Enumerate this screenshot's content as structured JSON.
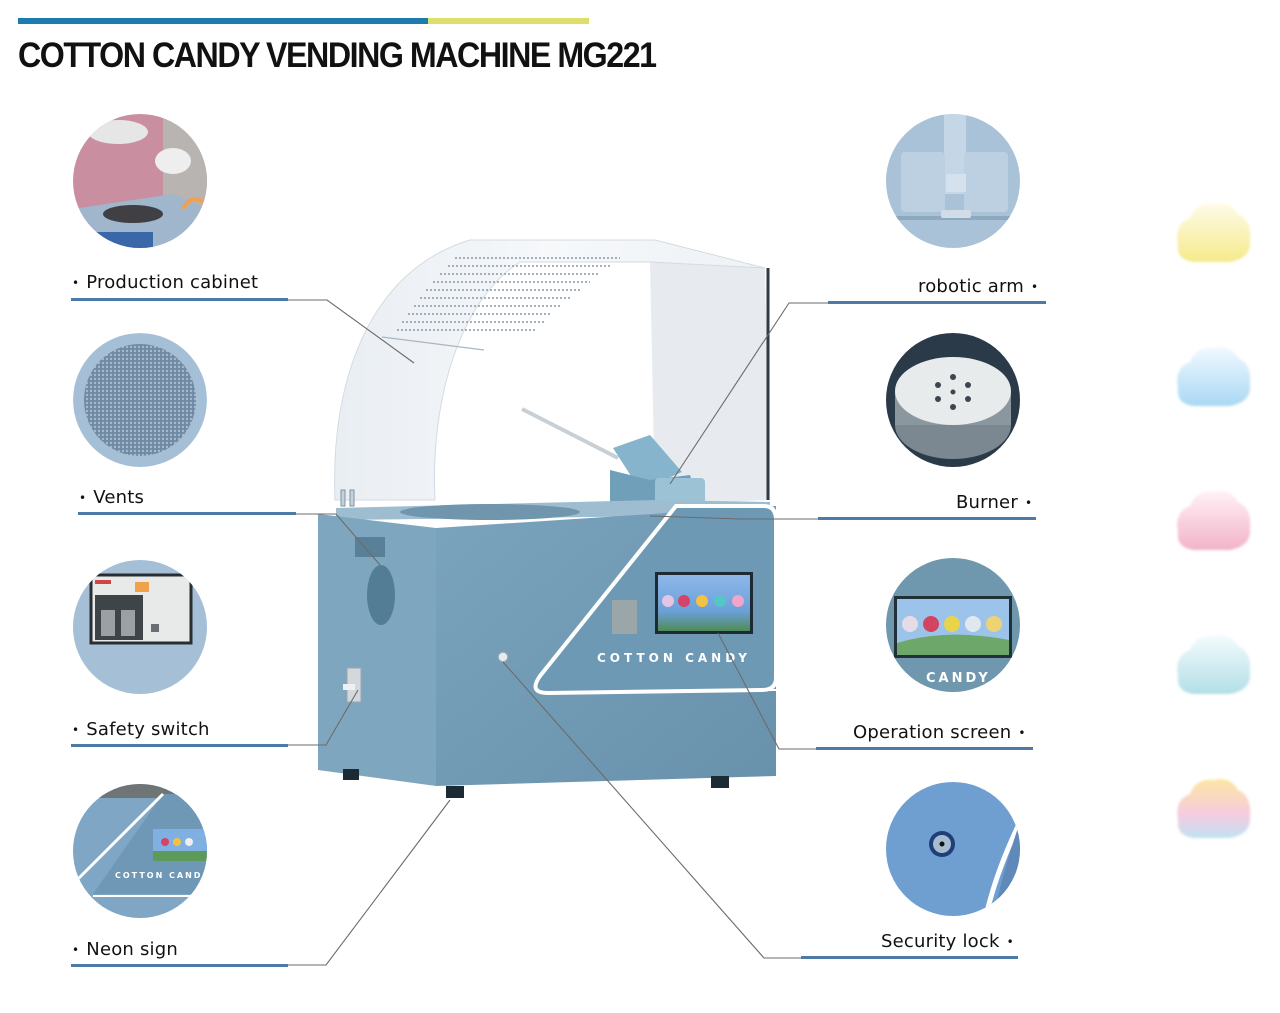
{
  "header": {
    "title": "COTTON CANDY VENDING MACHINE MG221",
    "accent_colors": [
      "#1e7bb0",
      "#dede6a"
    ]
  },
  "machine": {
    "panel_text": "COTTON CANDY",
    "body_color": "#6f9ab5",
    "panel_color": "#6d98b3"
  },
  "features_left": [
    {
      "label": "Production cabinet",
      "icon": "production-cabinet-thumbnail"
    },
    {
      "label": "Vents",
      "icon": "vent-grille-thumbnail"
    },
    {
      "label": "Safety switch",
      "icon": "circuit-breaker-thumbnail"
    },
    {
      "label": "Neon sign",
      "icon": "neon-sign-thumbnail"
    }
  ],
  "features_right": [
    {
      "label": "robotic arm",
      "icon": "robotic-arm-thumbnail"
    },
    {
      "label": "Burner",
      "icon": "burner-thumbnail"
    },
    {
      "label": "Operation screen",
      "icon": "operation-screen-thumbnail",
      "inset_text": "CANDY"
    },
    {
      "label": "Security lock",
      "icon": "security-lock-thumbnail"
    }
  ],
  "neon_inset_text": "COTTON CAND",
  "bullet": "•",
  "candy_colors": [
    {
      "name": "yellow",
      "top": "#fffbe8",
      "bottom": "#f5ea8c"
    },
    {
      "name": "blue",
      "top": "#f1f9ff",
      "bottom": "#a9d8f3"
    },
    {
      "name": "pink",
      "top": "#fff1f5",
      "bottom": "#f2b3c8"
    },
    {
      "name": "aqua",
      "top": "#f3fbfd",
      "bottom": "#b2dfe6"
    },
    {
      "name": "rainbow",
      "top": "#fbe6a2",
      "bottom": "#bfe3f3"
    }
  ]
}
